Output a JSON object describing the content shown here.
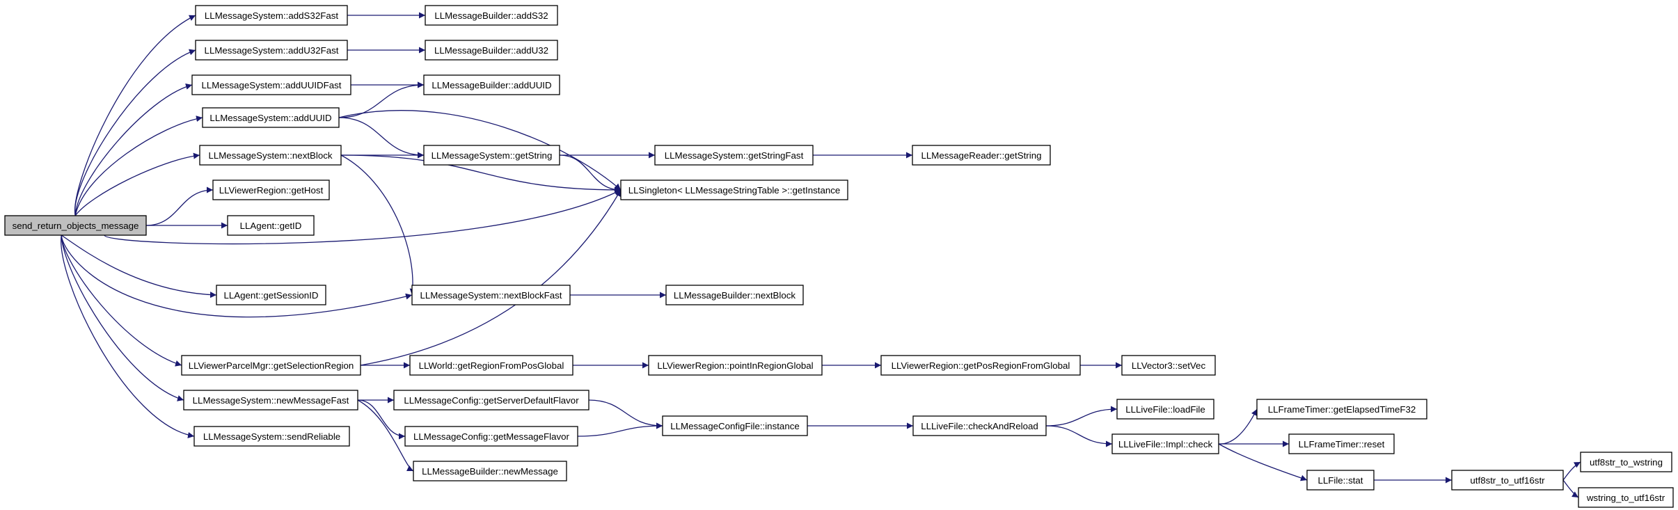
{
  "graph": {
    "edge_color": "#191970",
    "root_fill": "#bfbfbf",
    "node_fill": "#ffffff",
    "nodes": [
      {
        "id": "root",
        "label": "send_return_objects_message",
        "root": true
      },
      {
        "id": "addS32F",
        "label": "LLMessageSystem::addS32Fast"
      },
      {
        "id": "bS32",
        "label": "LLMessageBuilder::addS32"
      },
      {
        "id": "addU32F",
        "label": "LLMessageSystem::addU32Fast"
      },
      {
        "id": "bU32",
        "label": "LLMessageBuilder::addU32"
      },
      {
        "id": "addUUIDF",
        "label": "LLMessageSystem::addUUIDFast"
      },
      {
        "id": "bUUID",
        "label": "LLMessageBuilder::addUUID"
      },
      {
        "id": "addUUID",
        "label": "LLMessageSystem::addUUID"
      },
      {
        "id": "nextBlk",
        "label": "LLMessageSystem::nextBlock"
      },
      {
        "id": "getStr",
        "label": "LLMessageSystem::getString"
      },
      {
        "id": "getStrF",
        "label": "LLMessageSystem::getStringFast"
      },
      {
        "id": "rdrStr",
        "label": "LLMessageReader::getString"
      },
      {
        "id": "single",
        "label": "LLSingleton< LLMessageStringTable >::getInstance"
      },
      {
        "id": "getHost",
        "label": "LLViewerRegion::getHost"
      },
      {
        "id": "getID",
        "label": "LLAgent::getID"
      },
      {
        "id": "getSess",
        "label": "LLAgent::getSessionID"
      },
      {
        "id": "nextBlkF",
        "label": "LLMessageSystem::nextBlockFast"
      },
      {
        "id": "bNext",
        "label": "LLMessageBuilder::nextBlock"
      },
      {
        "id": "selReg",
        "label": "LLViewerParcelMgr::getSelectionRegion"
      },
      {
        "id": "worldReg",
        "label": "LLWorld::getRegionFromPosGlobal"
      },
      {
        "id": "ptIn",
        "label": "LLViewerRegion::pointInRegionGlobal"
      },
      {
        "id": "posReg",
        "label": "LLViewerRegion::getPosRegionFromGlobal"
      },
      {
        "id": "setVec",
        "label": "LLVector3::setVec"
      },
      {
        "id": "newMsgF",
        "label": "LLMessageSystem::newMessageFast"
      },
      {
        "id": "srvFlav",
        "label": "LLMessageConfig::getServerDefaultFlavor"
      },
      {
        "id": "msgFlav",
        "label": "LLMessageConfig::getMessageFlavor"
      },
      {
        "id": "cfgInst",
        "label": "LLMessageConfigFile::instance"
      },
      {
        "id": "chkRel",
        "label": "LLLiveFile::checkAndReload"
      },
      {
        "id": "loadF",
        "label": "LLLiveFile::loadFile"
      },
      {
        "id": "implChk",
        "label": "LLLiveFile::Impl::check"
      },
      {
        "id": "elapsed",
        "label": "LLFrameTimer::getElapsedTimeF32"
      },
      {
        "id": "reset",
        "label": "LLFrameTimer::reset"
      },
      {
        "id": "stat",
        "label": "LLFile::stat"
      },
      {
        "id": "u8to16",
        "label": "utf8str_to_utf16str"
      },
      {
        "id": "u8tow",
        "label": "utf8str_to_wstring"
      },
      {
        "id": "wto16",
        "label": "wstring_to_utf16str"
      },
      {
        "id": "newMsg",
        "label": "LLMessageBuilder::newMessage"
      },
      {
        "id": "sendRel",
        "label": "LLMessageSystem::sendReliable"
      }
    ],
    "edges": [
      [
        "root",
        "addS32F"
      ],
      [
        "root",
        "addU32F"
      ],
      [
        "root",
        "addUUIDF"
      ],
      [
        "root",
        "addUUID"
      ],
      [
        "root",
        "nextBlk"
      ],
      [
        "root",
        "getHost"
      ],
      [
        "root",
        "getID"
      ],
      [
        "root",
        "single"
      ],
      [
        "root",
        "getSess"
      ],
      [
        "root",
        "nextBlkF"
      ],
      [
        "root",
        "selReg"
      ],
      [
        "root",
        "newMsgF"
      ],
      [
        "root",
        "sendRel"
      ],
      [
        "addS32F",
        "bS32"
      ],
      [
        "addU32F",
        "bU32"
      ],
      [
        "addUUIDF",
        "bUUID"
      ],
      [
        "addUUID",
        "bUUID"
      ],
      [
        "addUUID",
        "getStr"
      ],
      [
        "addUUID",
        "single"
      ],
      [
        "nextBlk",
        "getStr"
      ],
      [
        "nextBlk",
        "single"
      ],
      [
        "nextBlk",
        "nextBlkF"
      ],
      [
        "getStr",
        "getStrF"
      ],
      [
        "getStr",
        "single"
      ],
      [
        "getStrF",
        "rdrStr"
      ],
      [
        "nextBlkF",
        "bNext"
      ],
      [
        "selReg",
        "single"
      ],
      [
        "selReg",
        "worldReg"
      ],
      [
        "worldReg",
        "ptIn"
      ],
      [
        "ptIn",
        "posReg"
      ],
      [
        "posReg",
        "setVec"
      ],
      [
        "newMsgF",
        "srvFlav"
      ],
      [
        "newMsgF",
        "msgFlav"
      ],
      [
        "newMsgF",
        "newMsg"
      ],
      [
        "srvFlav",
        "cfgInst"
      ],
      [
        "msgFlav",
        "cfgInst"
      ],
      [
        "cfgInst",
        "chkRel"
      ],
      [
        "chkRel",
        "loadF"
      ],
      [
        "chkRel",
        "implChk"
      ],
      [
        "implChk",
        "elapsed"
      ],
      [
        "implChk",
        "reset"
      ],
      [
        "implChk",
        "stat"
      ],
      [
        "stat",
        "u8to16"
      ],
      [
        "u8to16",
        "u8tow"
      ],
      [
        "u8to16",
        "wto16"
      ]
    ]
  }
}
